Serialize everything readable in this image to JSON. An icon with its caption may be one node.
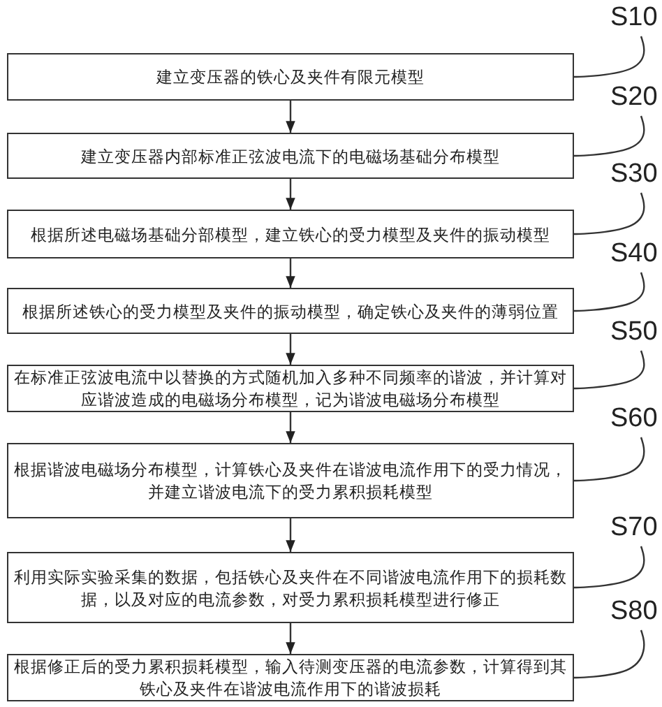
{
  "diagram": {
    "nodes": [
      {
        "text": [
          "S10"
        ]
      },
      {
        "text": [
          "建立变压器的铁心及夹件有限元模型"
        ]
      },
      {
        "text": [
          "S20"
        ]
      },
      {
        "text": [
          "建立变压器内部标准正弦波电流下的电磁场基础分布模型"
        ]
      },
      {
        "text": [
          "S30"
        ]
      },
      {
        "text": [
          "根据所述电磁场基础分部模型，建立铁心的受力模型及夹件的振动模型"
        ]
      },
      {
        "text": [
          "S40"
        ]
      },
      {
        "text": [
          "根据所述铁心的受力模型及夹件的振动模型，确定铁心及夹件的薄弱位置"
        ]
      },
      {
        "text": [
          "S50"
        ]
      },
      {
        "text": [
          "在标准正弦波电流中以替换的方式随机加入多种不同频率的谐波，并计算对应谐波造成的电磁场分布模型，记为谐波电磁场分布模型"
        ]
      },
      {
        "text": [
          "S60"
        ]
      },
      {
        "text": [
          "根据谐波电磁场分布模型，计算铁心及夹件在谐波电流作用下的受力情况，并建立谐波电流下的受力累积损耗模型"
        ]
      },
      {
        "text": [
          "S70"
        ]
      },
      {
        "text": [
          "利用实际实验采集的数据，包括铁心及夹件在不同谐波电流作用下的损耗数据，以及对应的电流参数，对受力累积损耗模型进行修正"
        ]
      },
      {
        "text": [
          "S80"
        ]
      },
      {
        "text": [
          "根据修正后的受力累积损耗模型，输入待测变压器的电流参数，计算得到其铁心及夹件在谐波电流作用下的谐波损耗"
        ]
      }
    ],
    "edges": [
      {
        "from": 1,
        "to": 3,
        "arrow": "to"
      },
      {
        "from": 3,
        "to": 5,
        "arrow": "to"
      },
      {
        "from": 5,
        "to": 7,
        "arrow": "to"
      },
      {
        "from": 7,
        "to": 9,
        "arrow": "to"
      },
      {
        "from": 9,
        "to": 11,
        "arrow": "to"
      },
      {
        "from": 11,
        "to": 13,
        "arrow": "to"
      },
      {
        "from": 13,
        "to": 15,
        "arrow": "to"
      },
      {
        "from": 0,
        "to": 1,
        "arrow": "none"
      },
      {
        "from": 2,
        "to": 3,
        "arrow": "none"
      },
      {
        "from": 4,
        "to": 5,
        "arrow": "none"
      },
      {
        "from": 6,
        "to": 7,
        "arrow": "none"
      },
      {
        "from": 8,
        "to": 9,
        "arrow": "none"
      },
      {
        "from": 10,
        "to": 11,
        "arrow": "none"
      },
      {
        "from": 12,
        "to": 13,
        "arrow": "none"
      },
      {
        "from": 14,
        "to": 15,
        "arrow": "none"
      }
    ]
  }
}
